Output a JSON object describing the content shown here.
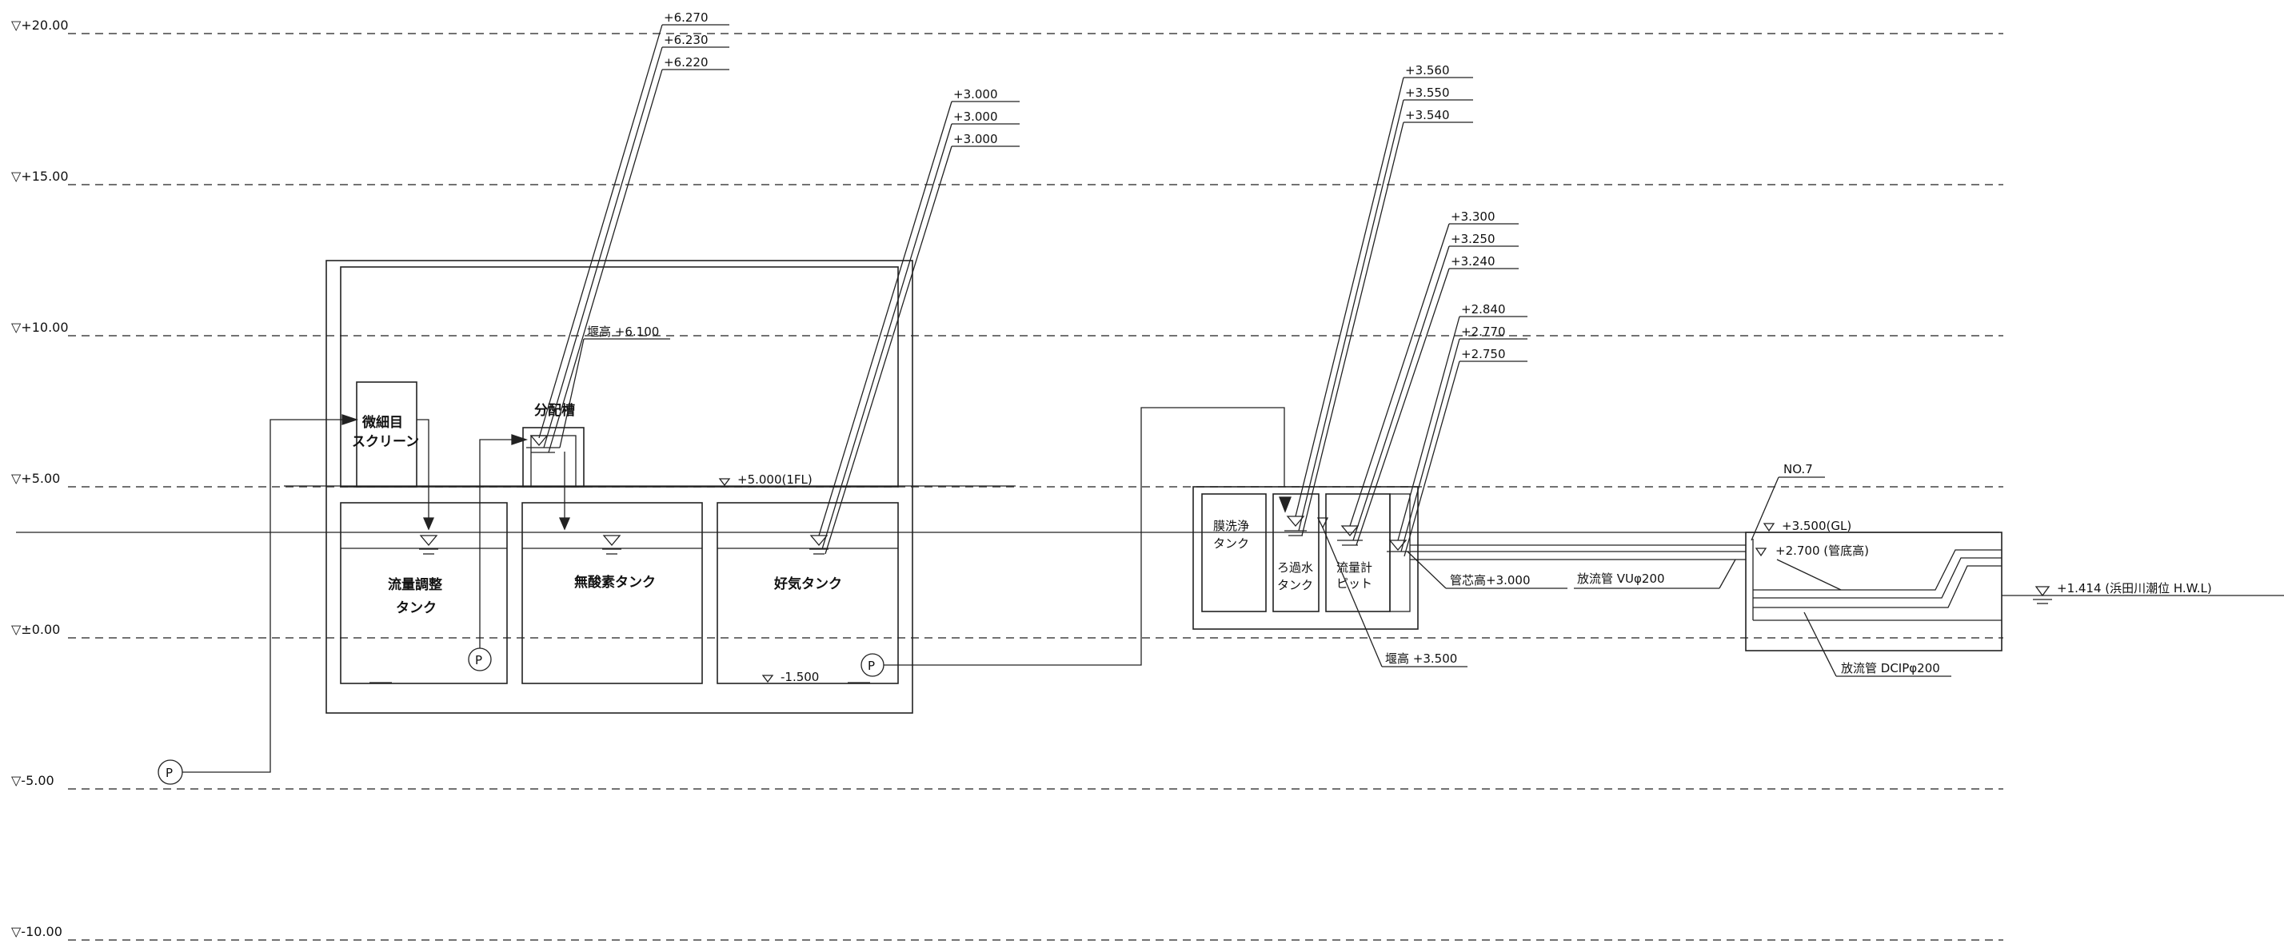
{
  "levels": {
    "p20": "▽+20.00",
    "p15": "▽+15.00",
    "p10": "▽+10.00",
    "p5": "▽+5.00",
    "zero": "▽±0.00",
    "m5": "▽-5.00",
    "m10": "▽-10.00"
  },
  "tanks": {
    "screen_line1": "微細目",
    "screen_line2": "スクリーン",
    "distribution": "分配槽",
    "flow_adjust_line1": "流量調整",
    "flow_adjust_line2": "タンク",
    "anoxic": "無酸素タンク",
    "aerobic": "好気タンク",
    "membrane_line1": "膜洗浄",
    "membrane_line2": "タンク",
    "filtrate_line1": "ろ過水",
    "filtrate_line2": "タンク",
    "meter_line1": "流量計",
    "meter_line2": "ピット"
  },
  "pump_symbol": "P",
  "callouts": {
    "c1": [
      "+6.270",
      "+6.230",
      "+6.220"
    ],
    "c2": [
      "+3.000",
      "+3.000",
      "+3.000"
    ],
    "c3": [
      "+3.560",
      "+3.550",
      "+3.540"
    ],
    "c4": [
      "+3.300",
      "+3.250",
      "+3.240"
    ],
    "c5": [
      "+2.840",
      "+2.770",
      "+2.750"
    ]
  },
  "annotations": {
    "weir_610": "堰高 +6.100",
    "fl": "+5.000(1FL)",
    "bottom": "-1.500",
    "pipe_center": "管芯高+3.000",
    "vu_pipe": "放流管 VUφ200",
    "weir_350": "堰高 +3.500",
    "no7": "NO.7",
    "gl": "+3.500(GL)",
    "invert": "+2.700 (管底高)",
    "hwl": "+1.414 (浜田川潮位 H.W.L)",
    "dcip_pipe": "放流管 DCIPφ200"
  }
}
